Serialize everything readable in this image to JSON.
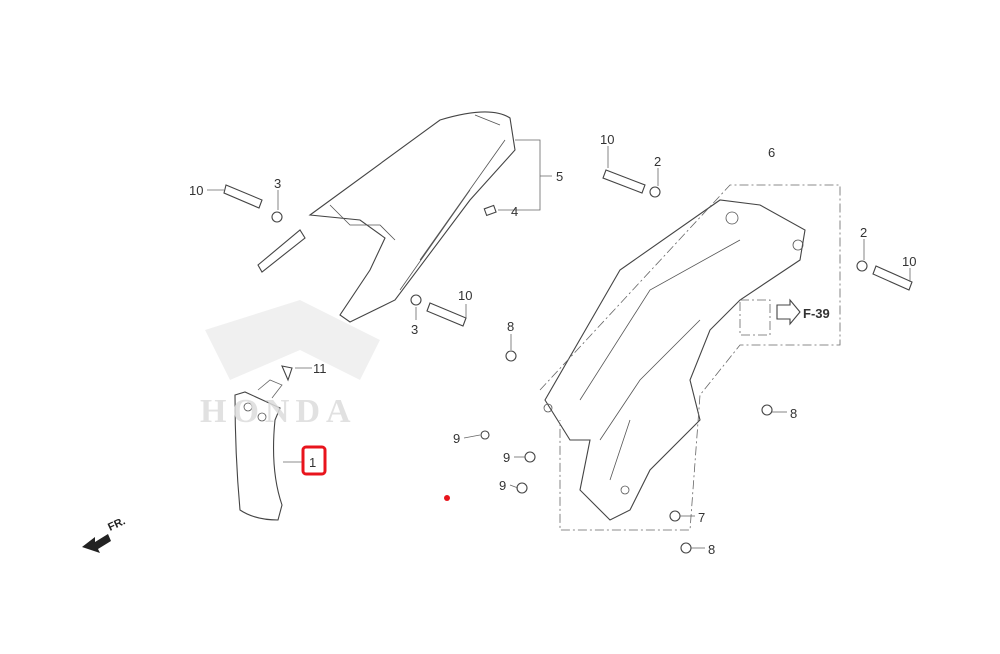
{
  "diagram": {
    "watermark": "HONDA",
    "direction_label": "FR.",
    "reference_label": "F-39",
    "highlight_color": "#e8141c",
    "callouts": [
      {
        "id": "c10a",
        "text": "10"
      },
      {
        "id": "c3a",
        "text": "3"
      },
      {
        "id": "c5",
        "text": "5"
      },
      {
        "id": "c4",
        "text": "4"
      },
      {
        "id": "c3b",
        "text": "3"
      },
      {
        "id": "c10b",
        "text": "10"
      },
      {
        "id": "c8a",
        "text": "8"
      },
      {
        "id": "c11",
        "text": "11"
      },
      {
        "id": "c1",
        "text": "1",
        "highlighted": true
      },
      {
        "id": "c10c",
        "text": "10"
      },
      {
        "id": "c2a",
        "text": "2"
      },
      {
        "id": "c6",
        "text": "6"
      },
      {
        "id": "c2b",
        "text": "2"
      },
      {
        "id": "c10d",
        "text": "10"
      },
      {
        "id": "c9a",
        "text": "9"
      },
      {
        "id": "c9b",
        "text": "9"
      },
      {
        "id": "c9c",
        "text": "9"
      },
      {
        "id": "c8b",
        "text": "8"
      },
      {
        "id": "c7",
        "text": "7"
      },
      {
        "id": "c8c",
        "text": "8"
      }
    ]
  }
}
